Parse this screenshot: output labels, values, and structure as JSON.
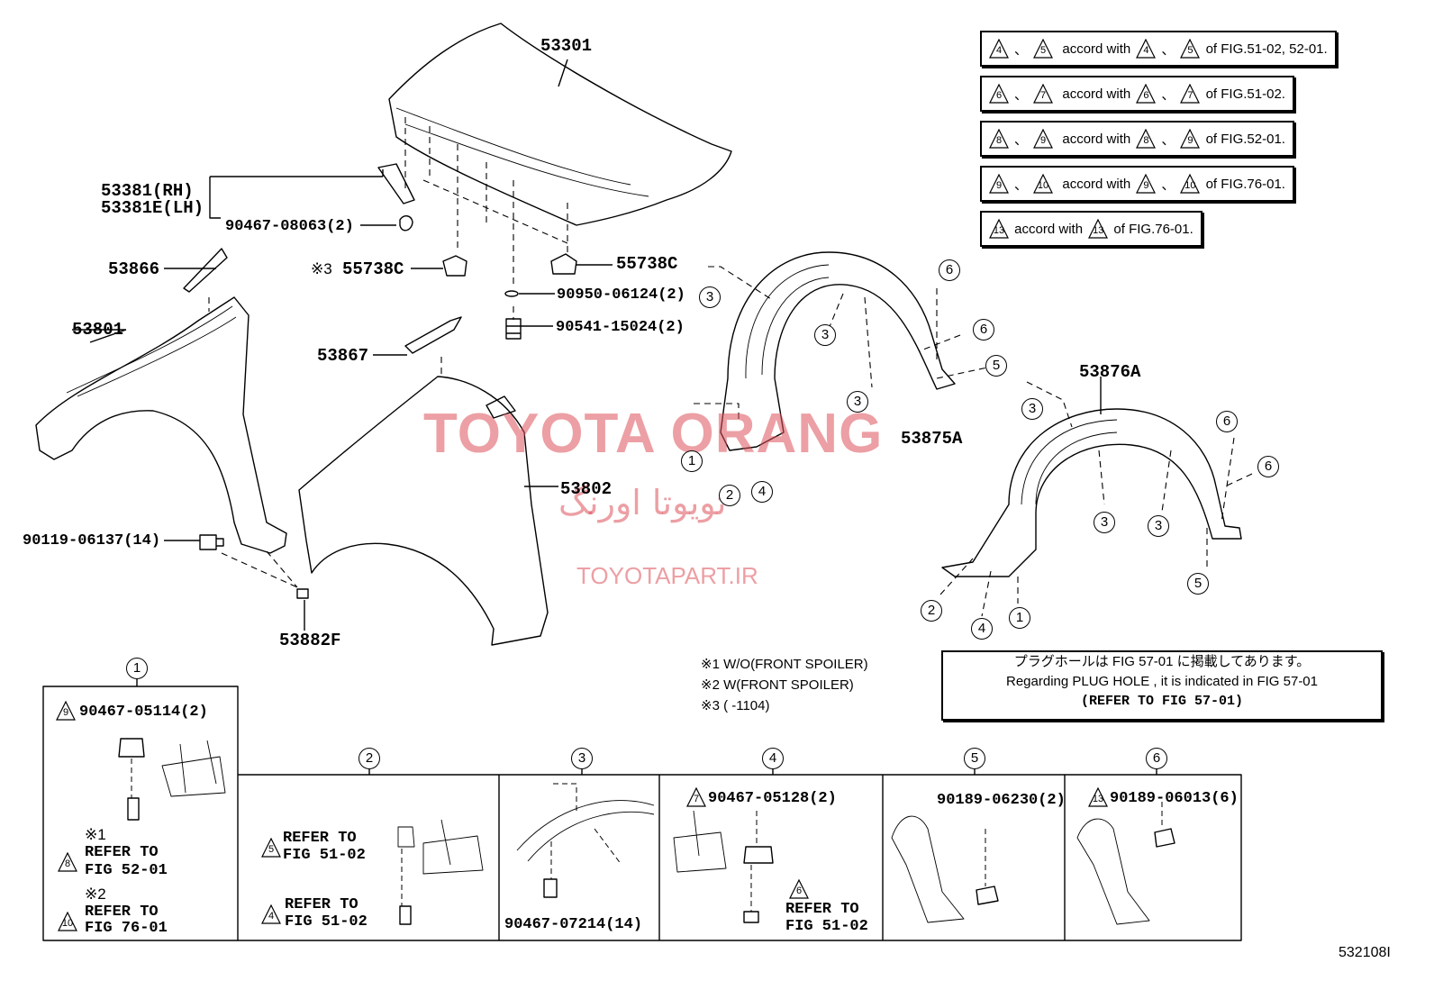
{
  "watermark": {
    "brand": "TOYOTA ORANG",
    "persian": "تویوتا اورنگ",
    "site": "TOYOTAPART.IR"
  },
  "notes": [
    {
      "a": "4",
      "b": "5",
      "text": "accord with",
      "c": "4",
      "d": "5",
      "ref": "of FIG.51-02, 52-01."
    },
    {
      "a": "6",
      "b": "7",
      "text": "accord with",
      "c": "6",
      "d": "7",
      "ref": "of FIG.51-02."
    },
    {
      "a": "8",
      "b": "9",
      "text": "accord with",
      "c": "8",
      "d": "9",
      "ref": "of FIG.52-01."
    },
    {
      "a": "9",
      "b": "10",
      "text": "accord with",
      "c": "9",
      "d": "10",
      "ref": "of FIG.76-01."
    },
    {
      "a": "13",
      "text": "accord with",
      "c": "13",
      "ref": "of FIG.76-01."
    }
  ],
  "separator": "、",
  "parts": {
    "p53301": "53301",
    "p53381rh": "53381(RH)",
    "p53381lh": "53381E(LH)",
    "p90467_08063": "90467-08063(2)",
    "p53866": "53866",
    "p55738c_l": "55738C",
    "p55738c_l_mark": "※3",
    "p55738c_r": "55738C",
    "p90950": "90950-06124(2)",
    "p90541": "90541-15024(2)",
    "p53801": "53801",
    "p53867": "53867",
    "p53802": "53802",
    "p90119": "90119-06137(14)",
    "p53882f": "53882F",
    "p53875a": "53875A",
    "p53876a": "53876A"
  },
  "legend": {
    "l1": "※1 W/O(FRONT SPOILER)",
    "l2": "※2 W(FRONT SPOILER)",
    "l3": "※3 (    -1104)"
  },
  "plug": {
    "jp": "プラグホールは FIG  57-01 に掲載してあります。",
    "en": "Regarding  PLUG  HOLE , it is indicated in FIG  57-01",
    "ref": "(REFER TO FIG 57-01)"
  },
  "detail": {
    "d1": {
      "num": "1",
      "part_tri": "9",
      "part": "90467-05114(2)",
      "m1": "※1",
      "t1": "8",
      "r1a": "REFER TO",
      "r1b": "FIG 52-01",
      "m2": "※2",
      "t2": "10",
      "r2a": "REFER TO",
      "r2b": "FIG 76-01"
    },
    "d2": {
      "num": "2",
      "t1": "5",
      "r1a": "REFER TO",
      "r1b": "FIG 51-02",
      "t2": "4",
      "r2a": "REFER TO",
      "r2b": "FIG 51-02"
    },
    "d3": {
      "num": "3",
      "part": "90467-07214(14)"
    },
    "d4": {
      "num": "4",
      "part_tri": "7",
      "part": "90467-05128(2)",
      "t1": "6",
      "r1a": "REFER TO",
      "r1b": "FIG 51-02"
    },
    "d5": {
      "num": "5",
      "part": "90189-06230(2)"
    },
    "d6": {
      "num": "6",
      "part_tri": "13",
      "part": "90189-06013(6)"
    }
  },
  "callouts": [
    "1",
    "2",
    "3",
    "4",
    "5",
    "6"
  ],
  "fig_id": "532108I"
}
